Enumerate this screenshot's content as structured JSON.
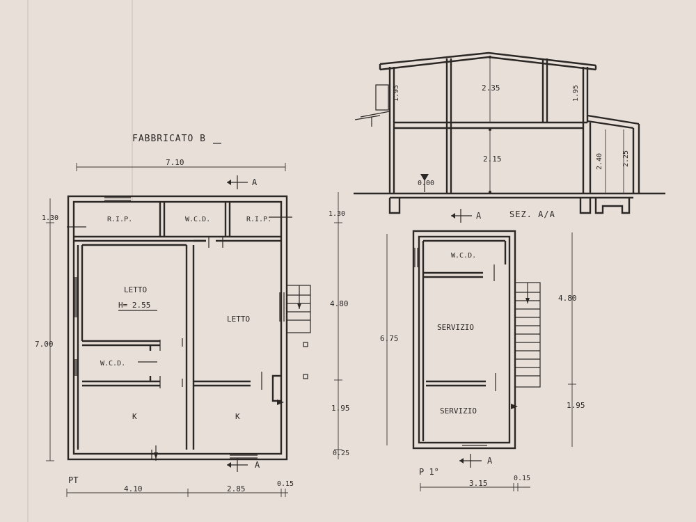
{
  "title": "FABBRICATO B",
  "section_label": "SEZ. A/A",
  "section_marker": "A",
  "ground_floor": {
    "label": "PT",
    "top_width": "7.10",
    "left_heights": [
      "1.30",
      "7.00"
    ],
    "bottom_widths": [
      "4.10",
      "2.85",
      "0.15"
    ],
    "rooms": {
      "rip_left": "R.I.P.",
      "wcd_top": "W.C.D.",
      "rip_right": "R.I.P.",
      "letto_left": "LETTO",
      "height_note": "H= 2.55",
      "letto_right": "LETTO",
      "wcd_mid": "W.C.D.",
      "k_left": "K",
      "k_right": "K"
    }
  },
  "first_floor": {
    "label": "P 1°",
    "left_heights": [
      "1.30",
      "6.75",
      "0.25"
    ],
    "mid_heights": [
      "4.80",
      "1.95"
    ],
    "right_heights": [
      "4.80",
      "1.95"
    ],
    "bottom_widths": [
      "3.15",
      "0.15"
    ],
    "rooms": {
      "wcd": "W.C.D.",
      "servizio_top": "SERVIZIO",
      "servizio_bottom": "SERVIZIO"
    }
  },
  "section": {
    "heights": [
      "1.95",
      "2.35",
      "1.95",
      "2.15",
      "2.40",
      "2.25"
    ],
    "ground_level": "0.00"
  }
}
